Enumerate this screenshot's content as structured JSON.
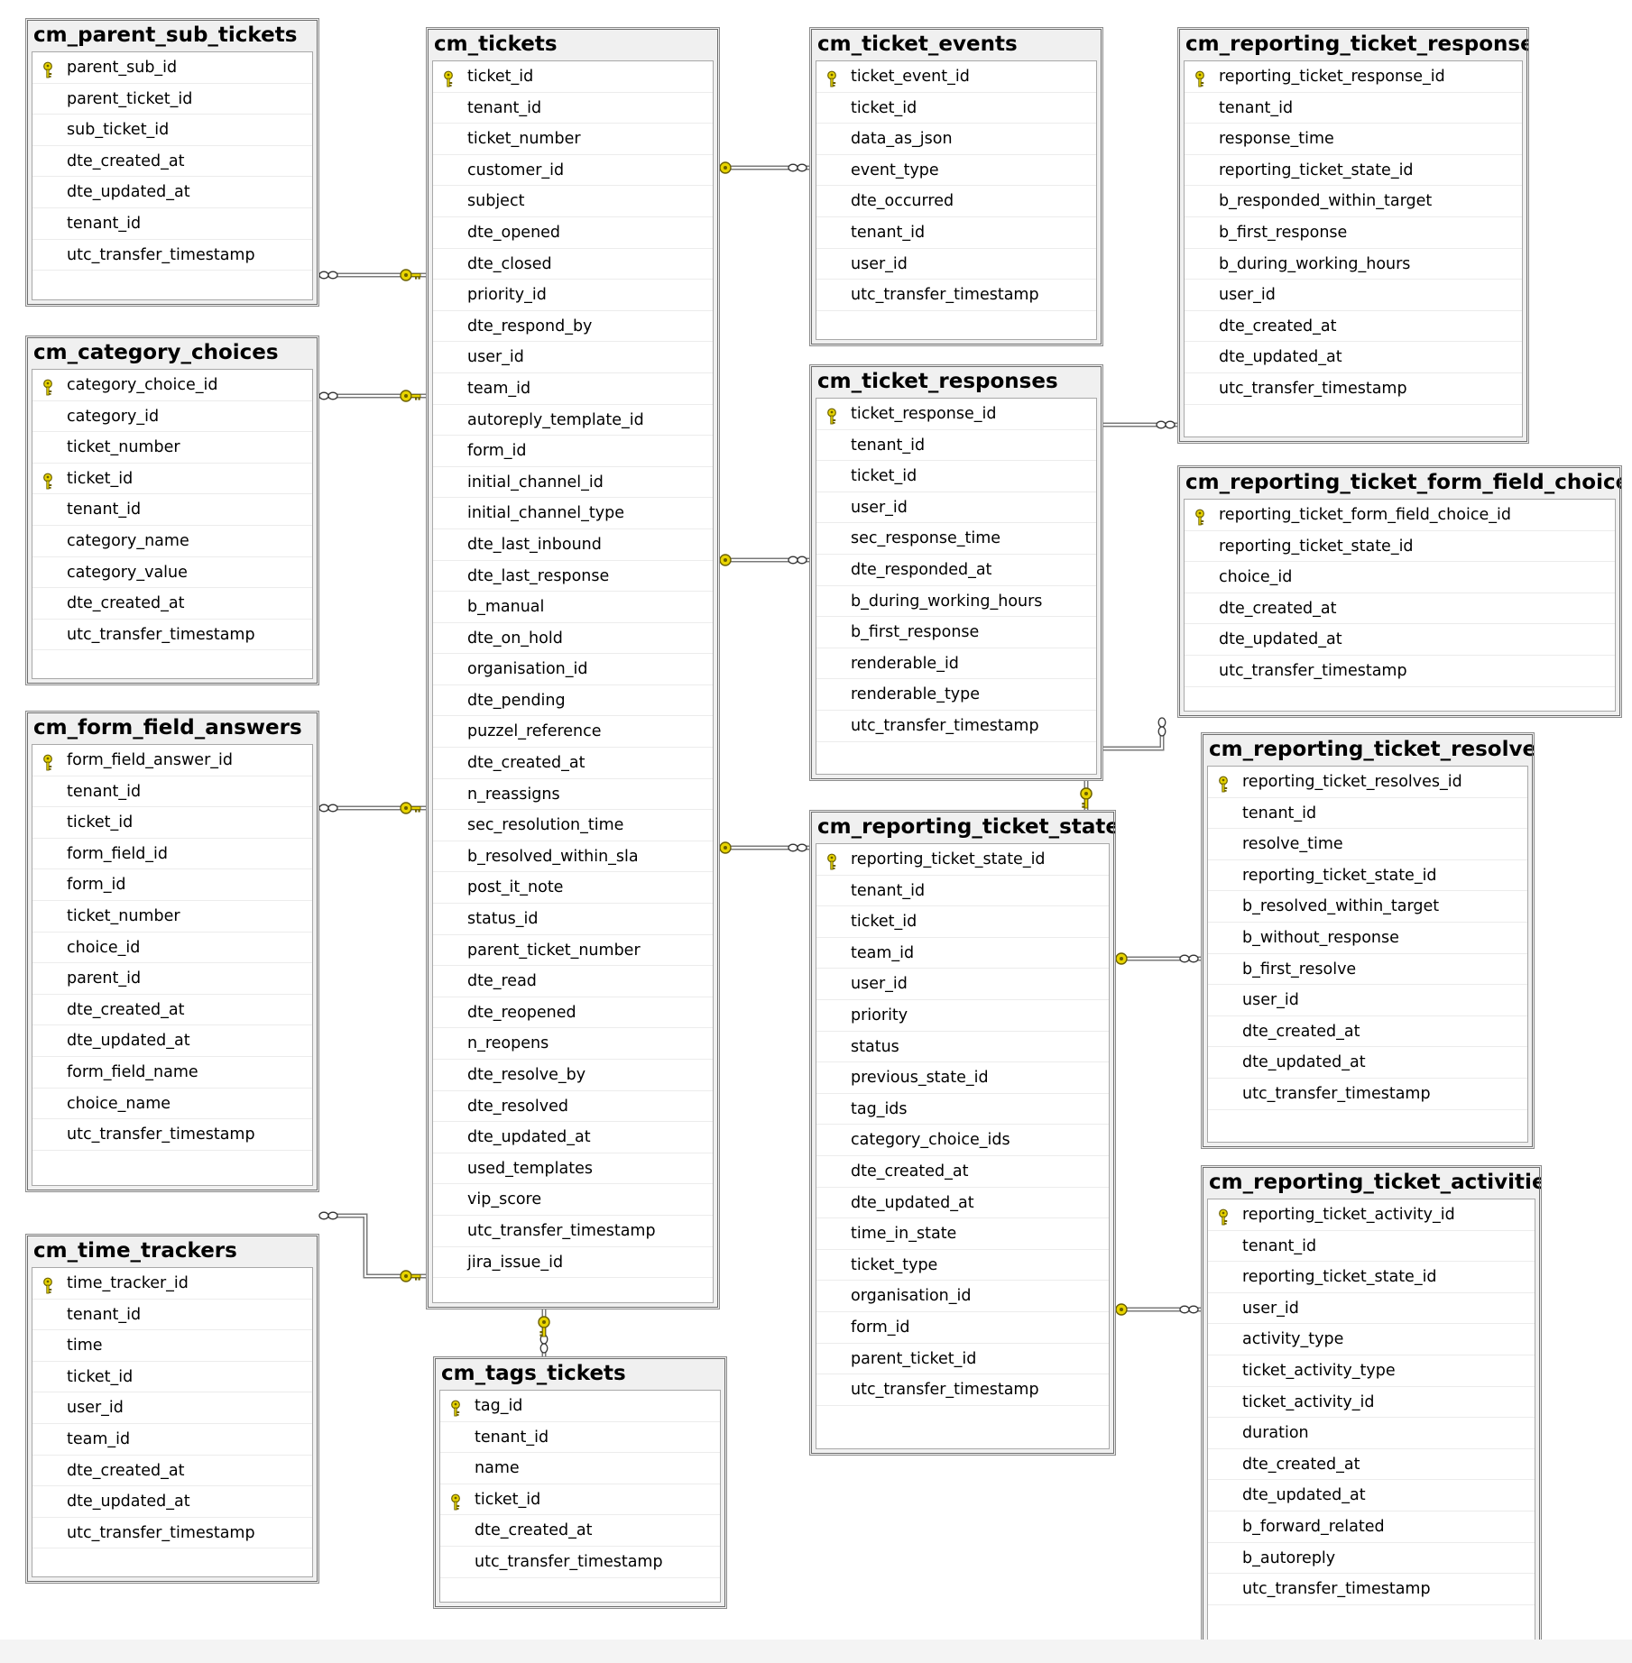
{
  "tables": [
    {
      "id": "cm_parent_sub_tickets",
      "name": "cm_parent_sub_tickets",
      "columns": [
        {
          "name": "parent_sub_id",
          "pk": true
        },
        {
          "name": "parent_ticket_id"
        },
        {
          "name": "sub_ticket_id"
        },
        {
          "name": "dte_created_at"
        },
        {
          "name": "dte_updated_at"
        },
        {
          "name": "tenant_id"
        },
        {
          "name": "utc_transfer_timestamp"
        }
      ]
    },
    {
      "id": "cm_category_choices",
      "name": "cm_category_choices",
      "columns": [
        {
          "name": "category_choice_id",
          "pk": true
        },
        {
          "name": "category_id"
        },
        {
          "name": "ticket_number"
        },
        {
          "name": "ticket_id",
          "pk": true
        },
        {
          "name": "tenant_id"
        },
        {
          "name": "category_name"
        },
        {
          "name": "category_value"
        },
        {
          "name": "dte_created_at"
        },
        {
          "name": "utc_transfer_timestamp"
        }
      ]
    },
    {
      "id": "cm_form_field_answers",
      "name": "cm_form_field_answers",
      "columns": [
        {
          "name": "form_field_answer_id",
          "pk": true
        },
        {
          "name": "tenant_id"
        },
        {
          "name": "ticket_id"
        },
        {
          "name": "form_field_id"
        },
        {
          "name": "form_id"
        },
        {
          "name": "ticket_number"
        },
        {
          "name": "choice_id"
        },
        {
          "name": "parent_id"
        },
        {
          "name": "dte_created_at"
        },
        {
          "name": "dte_updated_at"
        },
        {
          "name": "form_field_name"
        },
        {
          "name": "choice_name"
        },
        {
          "name": "utc_transfer_timestamp"
        }
      ]
    },
    {
      "id": "cm_time_trackers",
      "name": "cm_time_trackers",
      "columns": [
        {
          "name": "time_tracker_id",
          "pk": true
        },
        {
          "name": "tenant_id"
        },
        {
          "name": "time"
        },
        {
          "name": "ticket_id"
        },
        {
          "name": "user_id"
        },
        {
          "name": "team_id"
        },
        {
          "name": "dte_created_at"
        },
        {
          "name": "dte_updated_at"
        },
        {
          "name": "utc_transfer_timestamp"
        }
      ]
    },
    {
      "id": "cm_tickets",
      "name": "cm_tickets",
      "columns": [
        {
          "name": "ticket_id",
          "pk": true
        },
        {
          "name": "tenant_id"
        },
        {
          "name": "ticket_number"
        },
        {
          "name": "customer_id"
        },
        {
          "name": "subject"
        },
        {
          "name": "dte_opened"
        },
        {
          "name": "dte_closed"
        },
        {
          "name": "priority_id"
        },
        {
          "name": "dte_respond_by"
        },
        {
          "name": "user_id"
        },
        {
          "name": "team_id"
        },
        {
          "name": "autoreply_template_id"
        },
        {
          "name": "form_id"
        },
        {
          "name": "initial_channel_id"
        },
        {
          "name": "initial_channel_type"
        },
        {
          "name": "dte_last_inbound"
        },
        {
          "name": "dte_last_response"
        },
        {
          "name": "b_manual"
        },
        {
          "name": "dte_on_hold"
        },
        {
          "name": "organisation_id"
        },
        {
          "name": "dte_pending"
        },
        {
          "name": "puzzel_reference"
        },
        {
          "name": "dte_created_at"
        },
        {
          "name": "n_reassigns"
        },
        {
          "name": "sec_resolution_time"
        },
        {
          "name": "b_resolved_within_sla"
        },
        {
          "name": "post_it_note"
        },
        {
          "name": "status_id"
        },
        {
          "name": "parent_ticket_number"
        },
        {
          "name": "dte_read"
        },
        {
          "name": "dte_reopened"
        },
        {
          "name": "n_reopens"
        },
        {
          "name": "dte_resolve_by"
        },
        {
          "name": "dte_resolved"
        },
        {
          "name": "dte_updated_at"
        },
        {
          "name": "used_templates"
        },
        {
          "name": "vip_score"
        },
        {
          "name": "utc_transfer_timestamp"
        },
        {
          "name": "jira_issue_id"
        }
      ]
    },
    {
      "id": "cm_tags_tickets",
      "name": "cm_tags_tickets",
      "columns": [
        {
          "name": "tag_id",
          "pk": true
        },
        {
          "name": "tenant_id"
        },
        {
          "name": "name"
        },
        {
          "name": "ticket_id",
          "pk": true
        },
        {
          "name": "dte_created_at"
        },
        {
          "name": "utc_transfer_timestamp"
        }
      ]
    },
    {
      "id": "cm_ticket_events",
      "name": "cm_ticket_events",
      "columns": [
        {
          "name": "ticket_event_id",
          "pk": true
        },
        {
          "name": "ticket_id"
        },
        {
          "name": "data_as_json"
        },
        {
          "name": "event_type"
        },
        {
          "name": "dte_occurred"
        },
        {
          "name": "tenant_id"
        },
        {
          "name": "user_id"
        },
        {
          "name": "utc_transfer_timestamp"
        }
      ]
    },
    {
      "id": "cm_ticket_responses",
      "name": "cm_ticket_responses",
      "columns": [
        {
          "name": "ticket_response_id",
          "pk": true
        },
        {
          "name": "tenant_id"
        },
        {
          "name": "ticket_id"
        },
        {
          "name": "user_id"
        },
        {
          "name": "sec_response_time"
        },
        {
          "name": "dte_responded_at"
        },
        {
          "name": "b_during_working_hours"
        },
        {
          "name": "b_first_response"
        },
        {
          "name": "renderable_id"
        },
        {
          "name": "renderable_type"
        },
        {
          "name": "utc_transfer_timestamp"
        }
      ]
    },
    {
      "id": "cm_reporting_ticket_states",
      "name": "cm_reporting_ticket_states",
      "columns": [
        {
          "name": "reporting_ticket_state_id",
          "pk": true
        },
        {
          "name": "tenant_id"
        },
        {
          "name": "ticket_id"
        },
        {
          "name": "team_id"
        },
        {
          "name": "user_id"
        },
        {
          "name": "priority"
        },
        {
          "name": "status"
        },
        {
          "name": "previous_state_id"
        },
        {
          "name": "tag_ids"
        },
        {
          "name": "category_choice_ids"
        },
        {
          "name": "dte_created_at"
        },
        {
          "name": "dte_updated_at"
        },
        {
          "name": "time_in_state"
        },
        {
          "name": "ticket_type"
        },
        {
          "name": "organisation_id"
        },
        {
          "name": "form_id"
        },
        {
          "name": "parent_ticket_id"
        },
        {
          "name": "utc_transfer_timestamp"
        }
      ]
    },
    {
      "id": "cm_reporting_ticket_responses",
      "name": "cm_reporting_ticket_responses",
      "columns": [
        {
          "name": "reporting_ticket_response_id",
          "pk": true
        },
        {
          "name": "tenant_id"
        },
        {
          "name": "response_time"
        },
        {
          "name": "reporting_ticket_state_id"
        },
        {
          "name": "b_responded_within_target"
        },
        {
          "name": "b_first_response"
        },
        {
          "name": "b_during_working_hours"
        },
        {
          "name": "user_id"
        },
        {
          "name": "dte_created_at"
        },
        {
          "name": "dte_updated_at"
        },
        {
          "name": "utc_transfer_timestamp"
        }
      ]
    },
    {
      "id": "cm_reporting_ticket_form_field_choices",
      "name": "cm_reporting_ticket_form_field_choices",
      "columns": [
        {
          "name": "reporting_ticket_form_field_choice_id",
          "pk": true
        },
        {
          "name": "reporting_ticket_state_id"
        },
        {
          "name": "choice_id"
        },
        {
          "name": "dte_created_at"
        },
        {
          "name": "dte_updated_at"
        },
        {
          "name": "utc_transfer_timestamp"
        }
      ]
    },
    {
      "id": "cm_reporting_ticket_resolves",
      "name": "cm_reporting_ticket_resolves",
      "columns": [
        {
          "name": "reporting_ticket_resolves_id",
          "pk": true
        },
        {
          "name": "tenant_id"
        },
        {
          "name": "resolve_time"
        },
        {
          "name": "reporting_ticket_state_id"
        },
        {
          "name": "b_resolved_within_target"
        },
        {
          "name": "b_without_response"
        },
        {
          "name": "b_first_resolve"
        },
        {
          "name": "user_id"
        },
        {
          "name": "dte_created_at"
        },
        {
          "name": "dte_updated_at"
        },
        {
          "name": "utc_transfer_timestamp"
        }
      ]
    },
    {
      "id": "cm_reporting_ticket_activities",
      "name": "cm_reporting_ticket_activities",
      "columns": [
        {
          "name": "reporting_ticket_activity_id",
          "pk": true
        },
        {
          "name": "tenant_id"
        },
        {
          "name": "reporting_ticket_state_id"
        },
        {
          "name": "user_id"
        },
        {
          "name": "activity_type"
        },
        {
          "name": "ticket_activity_type"
        },
        {
          "name": "ticket_activity_id"
        },
        {
          "name": "duration"
        },
        {
          "name": "dte_created_at"
        },
        {
          "name": "dte_updated_at"
        },
        {
          "name": "b_forward_related"
        },
        {
          "name": "b_autoreply"
        },
        {
          "name": "utc_transfer_timestamp"
        }
      ]
    }
  ],
  "relationships": [
    {
      "from": "cm_parent_sub_tickets",
      "to": "cm_tickets"
    },
    {
      "from": "cm_category_choices",
      "to": "cm_tickets"
    },
    {
      "from": "cm_form_field_answers",
      "to": "cm_tickets"
    },
    {
      "from": "cm_time_trackers",
      "to": "cm_tickets"
    },
    {
      "from": "cm_tags_tickets",
      "to": "cm_tickets"
    },
    {
      "from": "cm_ticket_events",
      "to": "cm_tickets"
    },
    {
      "from": "cm_ticket_responses",
      "to": "cm_tickets"
    },
    {
      "from": "cm_reporting_ticket_states",
      "to": "cm_tickets"
    },
    {
      "from": "cm_reporting_ticket_responses",
      "to": "cm_reporting_ticket_states"
    },
    {
      "from": "cm_reporting_ticket_form_field_choices",
      "to": "cm_reporting_ticket_states"
    },
    {
      "from": "cm_reporting_ticket_resolves",
      "to": "cm_reporting_ticket_states"
    },
    {
      "from": "cm_reporting_ticket_activities",
      "to": "cm_reporting_ticket_states"
    }
  ],
  "colors": {
    "key_fill": "#e8d400",
    "key_stroke": "#6b6000",
    "connector": "#7a7a7a",
    "title_bg": "#f0f0f0"
  }
}
